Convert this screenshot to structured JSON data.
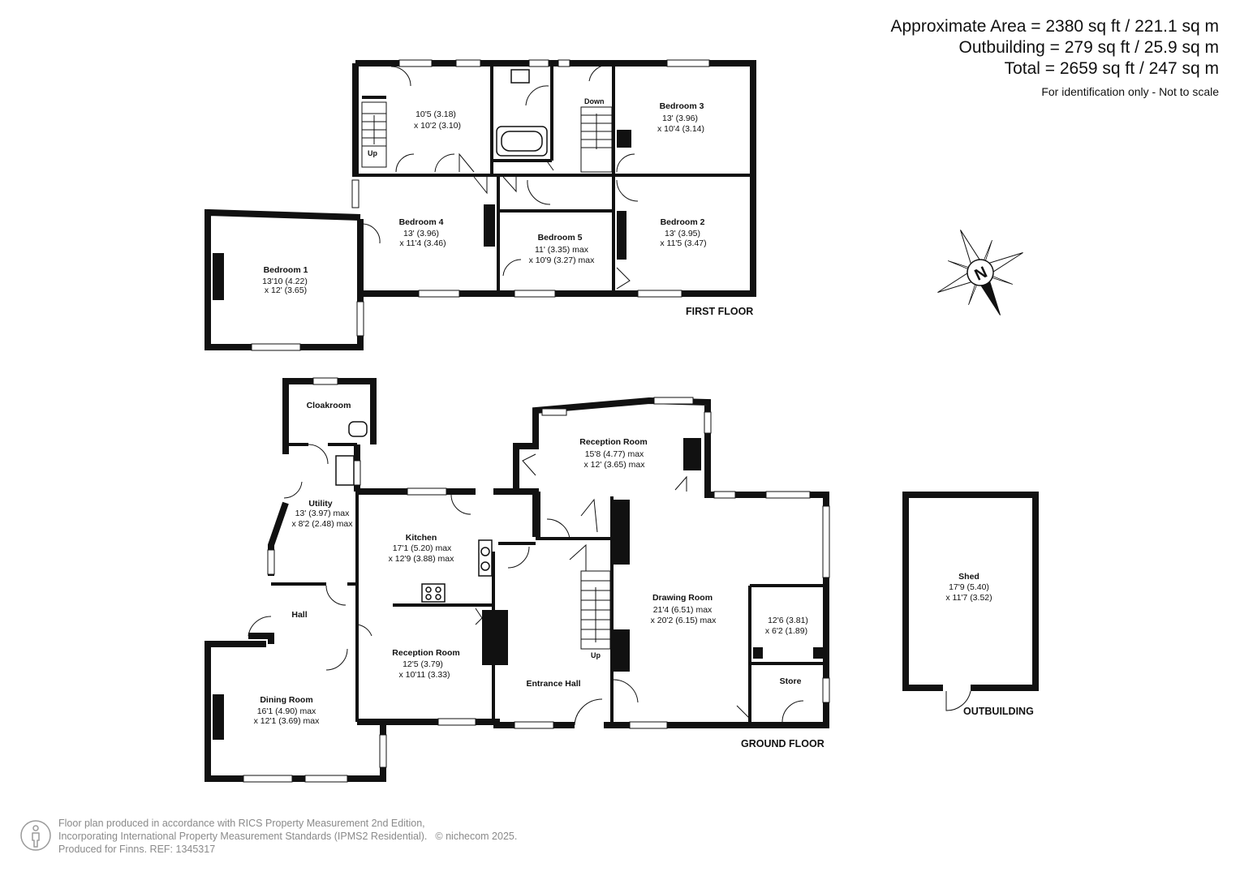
{
  "area_summary": {
    "approximate_area": "Approximate Area = 2380 sq ft / 221.1 sq m",
    "outbuilding": "Outbuilding = 279 sq ft / 25.9 sq m",
    "total": "Total = 2659 sq ft / 247 sq m",
    "note": "For identification only - Not to scale"
  },
  "compass": {
    "label": "N",
    "icon": "compass-icon"
  },
  "floors": {
    "first": "FIRST FLOOR",
    "ground": "GROUND FLOOR",
    "outbuilding": "OUTBUILDING"
  },
  "stairs": {
    "first_up": "Up",
    "first_down": "Down",
    "ground_up": "Up"
  },
  "rooms": {
    "ff_landing_room": {
      "name": "",
      "dim1": "10'5 (3.18)",
      "dim2": "x 10'2 (3.10)"
    },
    "bedroom3": {
      "name": "Bedroom 3",
      "dim1": "13' (3.96)",
      "dim2": "x 10'4 (3.14)"
    },
    "bedroom4": {
      "name": "Bedroom 4",
      "dim1": "13' (3.96)",
      "dim2": "x 11'4 (3.46)"
    },
    "bedroom5": {
      "name": "Bedroom 5",
      "dim1": "11' (3.35) max",
      "dim2": "x 10'9 (3.27) max"
    },
    "bedroom2": {
      "name": "Bedroom 2",
      "dim1": "13' (3.95)",
      "dim2": "x 11'5 (3.47)"
    },
    "bedroom1": {
      "name": "Bedroom 1",
      "dim1": "13'10 (4.22)",
      "dim2": "x 12' (3.65)"
    },
    "cloakroom": {
      "name": "Cloakroom"
    },
    "utility": {
      "name": "Utility",
      "dim1": "13' (3.97) max",
      "dim2": "x 8'2 (2.48) max"
    },
    "kitchen": {
      "name": "Kitchen",
      "dim1": "17'1 (5.20) max",
      "dim2": "x 12'9 (3.88) max"
    },
    "reception_upper": {
      "name": "Reception Room",
      "dim1": "15'8 (4.77) max",
      "dim2": "x 12' (3.65) max"
    },
    "hall": {
      "name": "Hall"
    },
    "reception_lower": {
      "name": "Reception Room",
      "dim1": "12'5 (3.79)",
      "dim2": "x 10'11 (3.33)"
    },
    "dining": {
      "name": "Dining Room",
      "dim1": "16'1 (4.90) max",
      "dim2": "x 12'1 (3.69) max"
    },
    "entrance_hall": {
      "name": "Entrance Hall"
    },
    "drawing": {
      "name": "Drawing Room",
      "dim1": "21'4 (6.51) max",
      "dim2": "x 20'2 (6.15) max"
    },
    "store": {
      "name": "Store",
      "dim1": "12'6 (3.81)",
      "dim2": "x 6'2 (1.89)"
    },
    "shed": {
      "name": "Shed",
      "dim1": "17'9 (5.40)",
      "dim2": "x 11'7 (3.52)"
    }
  },
  "footer": {
    "line1": "Floor plan produced in accordance with RICS Property Measurement 2nd Edition,",
    "line2": "Incorporating International Property Measurement Standards (IPMS2 Residential).",
    "copyright": "© nichecom 2025.",
    "line3": "Produced for Finns.   REF: 1345317",
    "icon": "person-info-icon"
  },
  "colors": {
    "wall": "#111111",
    "text": "#111111",
    "footer_text": "#8a8a8a"
  }
}
